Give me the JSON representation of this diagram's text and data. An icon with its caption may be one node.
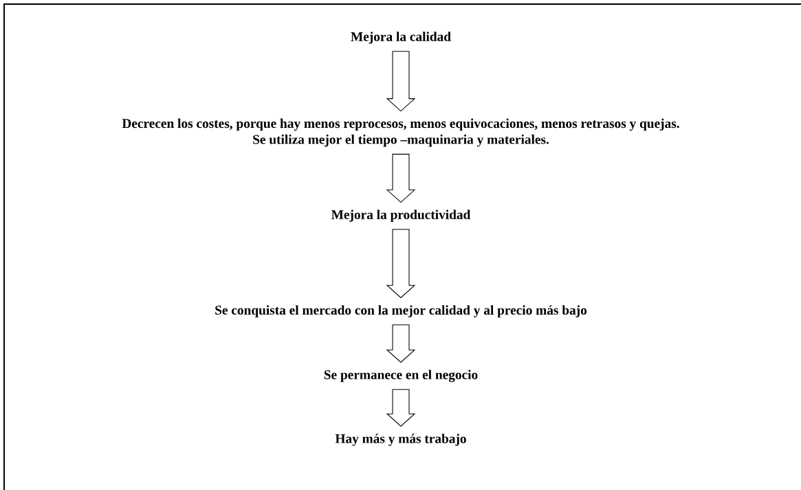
{
  "diagram": {
    "nodes": [
      {
        "text": [
          "Mejora la calidad"
        ]
      },
      {
        "text": [
          "Decrecen los costes, porque hay menos reprocesos, menos equivocaciones, menos retrasos y quejas.",
          "Se utiliza mejor el tiempo –maquinaria y materiales."
        ]
      },
      {
        "text": [
          "Mejora la productividad"
        ]
      },
      {
        "text": [
          "Se conquista el mercado con la mejor calidad y al precio más bajo"
        ]
      },
      {
        "text": [
          "Se permanece en el negocio"
        ]
      },
      {
        "text": [
          "Hay más y más trabajo"
        ]
      }
    ],
    "edges": [
      {
        "from": 0,
        "to": 1,
        "arrow": "to"
      },
      {
        "from": 1,
        "to": 2,
        "arrow": "to"
      },
      {
        "from": 2,
        "to": 3,
        "arrow": "to"
      },
      {
        "from": 3,
        "to": 4,
        "arrow": "to"
      },
      {
        "from": 4,
        "to": 5,
        "arrow": "to"
      }
    ]
  }
}
